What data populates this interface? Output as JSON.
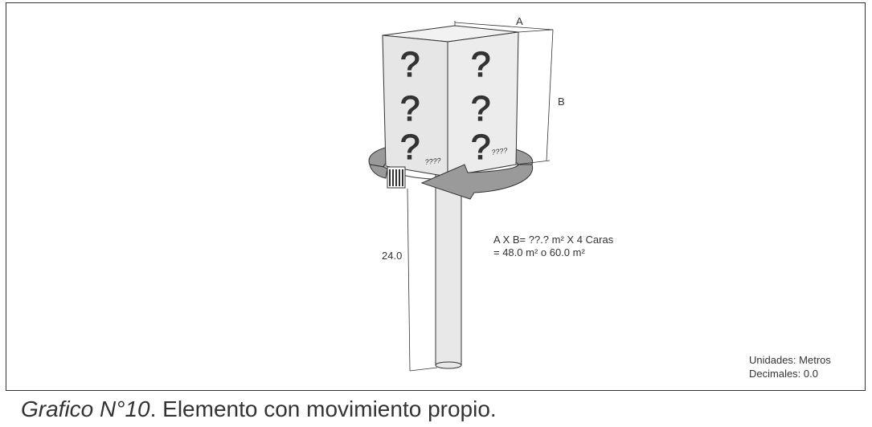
{
  "diagram": {
    "dimension_a": "A",
    "dimension_b": "B",
    "height_value": "24.0",
    "small_label": "????",
    "face_mark": "?",
    "formula_line1": "A X B= ??.? m² X 4 Caras",
    "formula_line2": "= 48.0 m² o 60.0 m²",
    "rotation_arrow_color": "#9a9a9a",
    "structure_color": "#e6e6e6",
    "line_color": "#333333"
  },
  "units": {
    "units_label": "Unidades: Metros",
    "decimals_label": "Decimales: 0.0"
  },
  "caption": {
    "lead": "Grafico N°10",
    "text": ". Elemento con movimiento propio."
  }
}
